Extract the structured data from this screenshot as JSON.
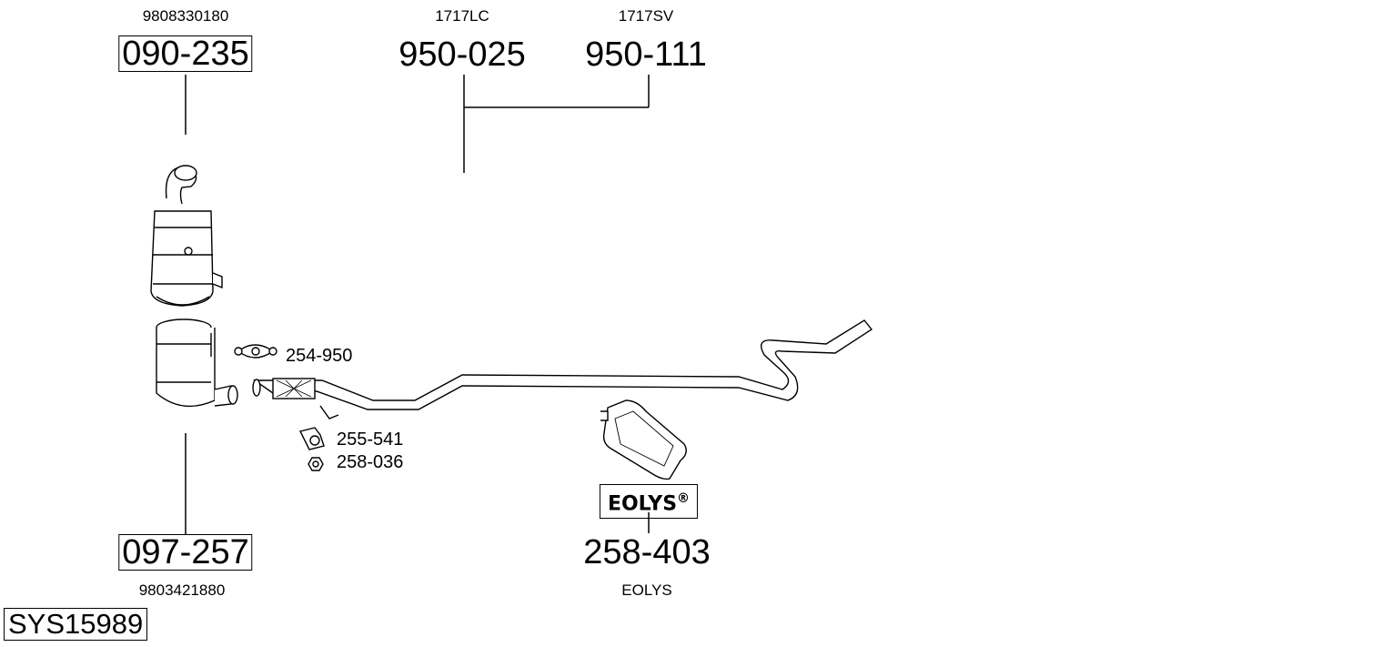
{
  "title": "SYS15989",
  "parts": {
    "dpf_cat_top": {
      "part_no": "090-235",
      "oem": "9808330180"
    },
    "dpf_cat_bottom": {
      "part_no": "097-257",
      "oem": "9803421880"
    },
    "middle_pipe_a": {
      "part_no": "950-025",
      "oem": "1717LC"
    },
    "middle_pipe_b": {
      "part_no": "950-111",
      "oem": "1717SV"
    },
    "clamp": {
      "part_no": "254-950"
    },
    "rubber_mount": {
      "part_no": "255-541"
    },
    "nut": {
      "part_no": "258-036"
    },
    "additive_tank": {
      "part_no": "258-403",
      "oem": "EOLYS",
      "brand_label": "EOLYS",
      "brand_mark": "®"
    }
  }
}
